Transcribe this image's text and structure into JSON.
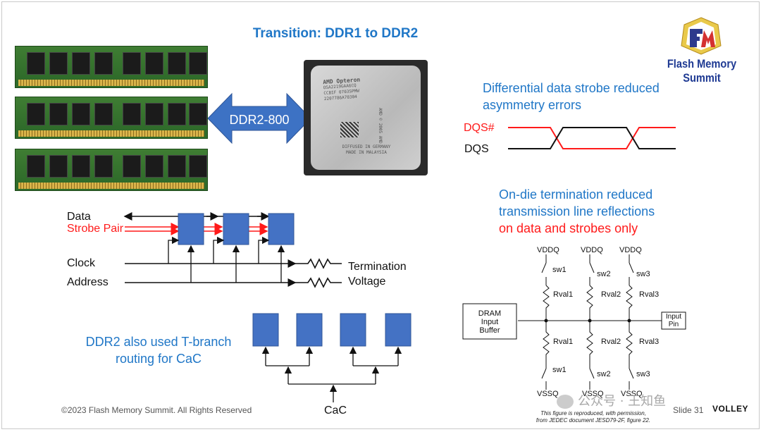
{
  "slide": {
    "title": "Transition: DDR1 to DDR2",
    "logo_text": "Flash Memory Summit",
    "ddr_arrow_label": "DDR2-800",
    "cpu_label": "AMD Opteron",
    "cpu_lines": [
      "OSA2219GAA6CQ",
      "CCBIF 0703SPMW",
      "2207786A70304",
      "DIFFUSED IN GERMANY",
      "MADE IN MALAYSIA",
      "AMD",
      "© 2005 AMD"
    ],
    "strobe_note": [
      "Differential data strobe reduced",
      "asymmetry errors"
    ],
    "dqs_bar_label": "DQS#",
    "dqs_label": "DQS",
    "odt_note": [
      "On-die termination reduced",
      "transmission line reflections"
    ],
    "odt_note_red": "on data and strobes only",
    "bus": {
      "data_label": "Data",
      "strobe_label": "Strobe Pair",
      "clock_label": "Clock",
      "address_label": "Address",
      "termination_label": "Termination",
      "voltage_label": "Voltage"
    },
    "tbranch_note": [
      "DDR2 also used T-branch",
      "routing for CaC"
    ],
    "cac_label": "CaC",
    "odt_circuit": {
      "vddq": "VDDQ",
      "vssq": "VSSQ",
      "sw": [
        "sw1",
        "sw2",
        "sw3"
      ],
      "rval": [
        "Rval1",
        "Rval2",
        "Rval3"
      ],
      "dram_buffer": [
        "DRAM",
        "Input",
        "Buffer"
      ],
      "input_pin": [
        "Input",
        "Pin"
      ]
    },
    "credit": [
      "This figure is reproduced, with permission,",
      "from JEDEC document JESD79-2F, figure 22."
    ],
    "footer": "©2023 Flash Memory Summit. All Rights Reserved",
    "slide_number": "Slide 31",
    "watermark": "公众号 · 王知鱼",
    "vendor_mark": "VOLLEY"
  },
  "colors": {
    "accent_blue": "#2077c7",
    "red": "#ff1a1a",
    "box_blue": "#4472c4",
    "arrow_blue": "#3d72c4"
  }
}
